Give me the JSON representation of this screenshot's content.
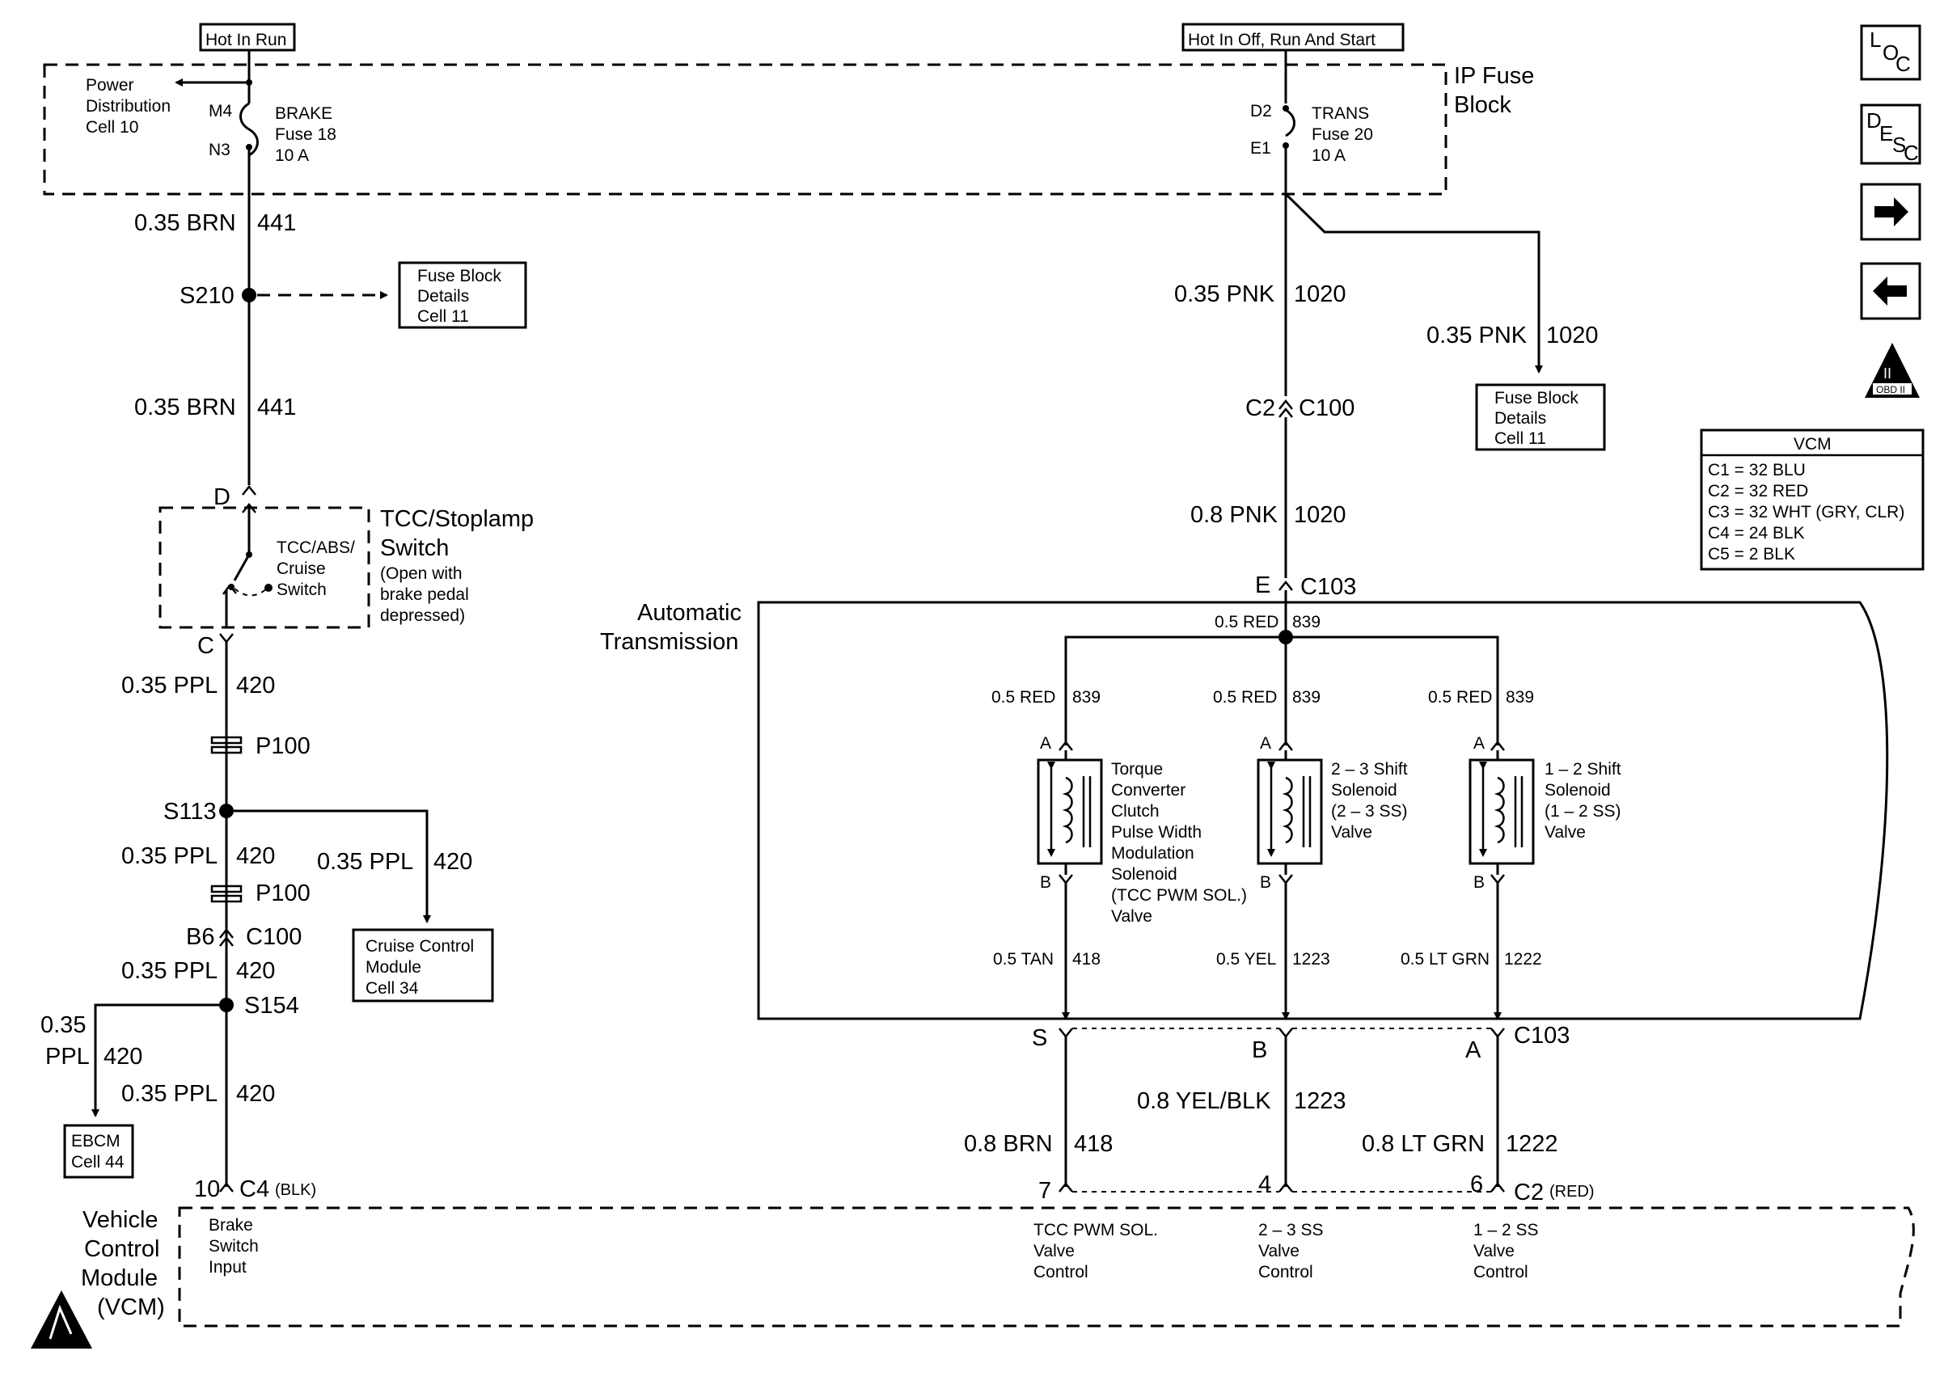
{
  "labels": {
    "hot_in_run": "Hot In Run",
    "hot_in_off_run_start": "Hot In Off, Run And Start",
    "ip_fuse_block_1": "IP Fuse",
    "ip_fuse_block_2": "Block",
    "power_dist_1": "Power",
    "power_dist_2": "Distribution",
    "power_dist_3": "Cell 10",
    "m4": "M4",
    "n3": "N3",
    "brake_fuse_1": "BRAKE",
    "brake_fuse_2": "Fuse 18",
    "brake_fuse_3": "10 A",
    "d2": "D2",
    "e1": "E1",
    "trans_fuse_1": "TRANS",
    "trans_fuse_2": "Fuse 20",
    "trans_fuse_3": "10 A",
    "brn441_a": "0.35 BRN",
    "circ441_a": "441",
    "s210": "S210",
    "fbd1_1": "Fuse Block",
    "fbd1_2": "Details",
    "fbd1_3": "Cell 11",
    "brn441_b": "0.35 BRN",
    "circ441_b": "441",
    "pnk1020_a": "0.35 PNK",
    "circ1020_a": "1020",
    "pnk1020_b": "0.35 PNK",
    "circ1020_b": "1020",
    "fbd2_1": "Fuse Block",
    "fbd2_2": "Details",
    "fbd2_3": "Cell 11",
    "c2c100": "C2",
    "c100_a": "C100",
    "pnk1020_c": "0.8 PNK",
    "circ1020_c": "1020",
    "pin_d": "D",
    "tcc_switch_1": "TCC/Stoplamp",
    "tcc_switch_2": "Switch",
    "tcc_switch_3": "(Open with",
    "tcc_switch_4": "brake pedal",
    "tcc_switch_5": "depressed)",
    "cruise_sw_1": "TCC/ABS/",
    "cruise_sw_2": "Cruise",
    "cruise_sw_3": "Switch",
    "pin_c": "C",
    "ppl420_a": "0.35 PPL",
    "circ420_a": "420",
    "p100_a": "P100",
    "s113": "S113",
    "ppl420_b": "0.35 PPL",
    "circ420_b": "420",
    "ppl420_c": "0.35 PPL",
    "circ420_c": "420",
    "p100_b": "P100",
    "b6": "B6",
    "c100_b": "C100",
    "ppl420_d": "0.35 PPL",
    "circ420_d": "420",
    "cruise_mod_1": "Cruise Control",
    "cruise_mod_2": "Module",
    "cruise_mod_3": "Cell 34",
    "s154": "S154",
    "ppl420_e1": "0.35",
    "ppl420_e2": "PPL",
    "circ420_e": "420",
    "ppl420_f": "0.35 PPL",
    "circ420_f": "420",
    "ebcm_1": "EBCM",
    "ebcm_2": "Cell 44",
    "pin10": "10",
    "c4": "C4",
    "c4_color": "(BLK)",
    "vcm_1": "Vehicle",
    "vcm_2": "Control",
    "vcm_3": "Module",
    "vcm_4": "(VCM)",
    "brake_in_1": "Brake",
    "brake_in_2": "Switch",
    "brake_in_3": "Input",
    "pin_e": "E",
    "c103_top": "C103",
    "auto_trans_1": "Automatic",
    "auto_trans_2": "Transmission",
    "red839_top": "0.5 RED",
    "circ839_top": "839",
    "red839_l": "0.5 RED",
    "circ839_l": "839",
    "red839_m": "0.5 RED",
    "circ839_m": "839",
    "red839_r": "0.5 RED",
    "circ839_r": "839",
    "pin_a1": "A",
    "pin_a2": "A",
    "pin_a3": "A",
    "pin_b1": "B",
    "pin_b2": "B",
    "pin_b3": "B",
    "tcc_sol_1": "Torque",
    "tcc_sol_2": "Converter",
    "tcc_sol_3": "Clutch",
    "tcc_sol_4": "Pulse Width",
    "tcc_sol_5": "Modulation",
    "tcc_sol_6": "Solenoid",
    "tcc_sol_7": "(TCC PWM SOL.)",
    "tcc_sol_8": "Valve",
    "ss23_1": "2 – 3 Shift",
    "ss23_2": "Solenoid",
    "ss23_3": "(2 – 3 SS)",
    "ss23_4": "Valve",
    "ss12_1": "1 – 2 Shift",
    "ss12_2": "Solenoid",
    "ss12_3": "(1 – 2 SS)",
    "ss12_4": "Valve",
    "tan418": "0.5 TAN",
    "circ418_a": "418",
    "yel1223": "0.5 YEL",
    "circ1223_a": "1223",
    "ltgrn1222": "0.5 LT GRN",
    "circ1222_a": "1222",
    "pin_s": "S",
    "pin_b_c103": "B",
    "pin_a_c103": "A",
    "c103_bot": "C103",
    "yelblk1223": "0.8 YEL/BLK",
    "circ1223_b": "1223",
    "brn418": "0.8 BRN",
    "circ418_b": "418",
    "ltgrn1222_b": "0.8 LT GRN",
    "circ1222_b": "1222",
    "pin7": "7",
    "pin4": "4",
    "pin6": "6",
    "c2_red": "C2",
    "c2_color": "(RED)",
    "tcc_ctl_1": "TCC PWM SOL.",
    "tcc_ctl_2": "Valve",
    "tcc_ctl_3": "Control",
    "ss23_ctl_1": "2 – 3 SS",
    "ss23_ctl_2": "Valve",
    "ss23_ctl_3": "Control",
    "ss12_ctl_1": "1 – 2 SS",
    "ss12_ctl_2": "Valve",
    "ss12_ctl_3": "Control",
    "loc_l": "L",
    "loc_o": "O",
    "loc_c": "C",
    "desc_d": "D",
    "desc_e": "E",
    "desc_s": "S",
    "desc_c": "C",
    "obd_roman": "II",
    "obd_text": "OBD II",
    "vcm_legend_title": "VCM",
    "vcm_legend_1": "C1 = 32 BLU",
    "vcm_legend_2": "C2 = 32 RED",
    "vcm_legend_3": "C3 = 32 WHT (GRY, CLR)",
    "vcm_legend_4": "C4 = 24 BLK",
    "vcm_legend_5": "C5 = 2 BLK"
  }
}
